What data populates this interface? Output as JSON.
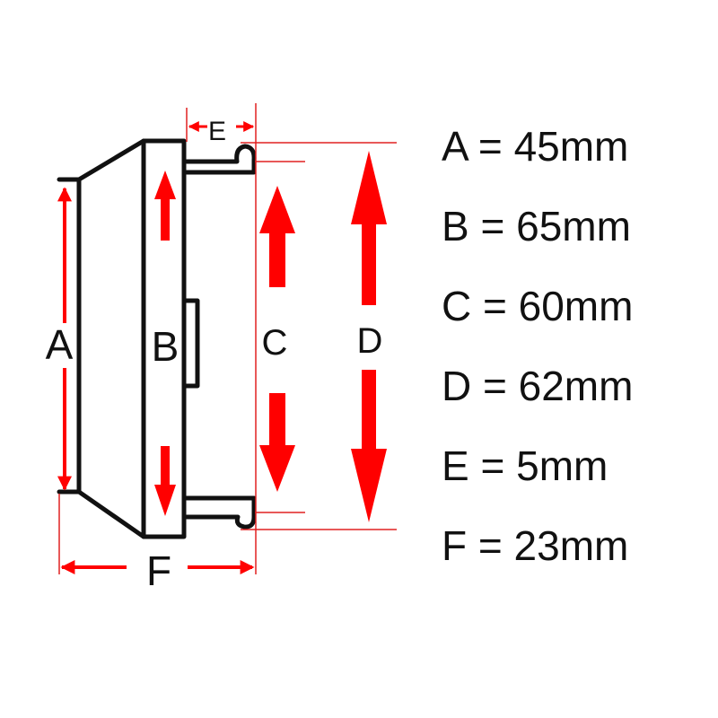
{
  "diagram": {
    "labels": {
      "a": "A",
      "b": "B",
      "c": "C",
      "d": "D",
      "e": "E",
      "f": "F"
    },
    "colors": {
      "arrow": "#ff0000",
      "guide": "#e02020",
      "outline": "#111111",
      "background": "#ffffff"
    }
  },
  "legend": [
    {
      "text": "A = 45mm"
    },
    {
      "text": "B = 65mm"
    },
    {
      "text": "C = 60mm"
    },
    {
      "text": "D = 62mm"
    },
    {
      "text": "E = 5mm"
    },
    {
      "text": "F = 23mm"
    }
  ]
}
